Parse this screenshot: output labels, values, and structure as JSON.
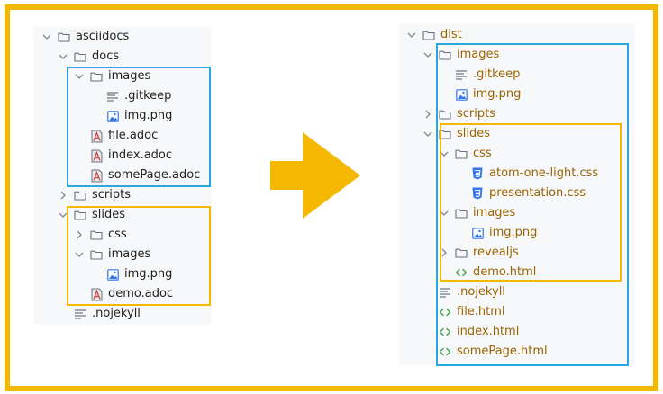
{
  "colors": {
    "frame": "#F5B800",
    "highlight_blue": "#2AA6E0",
    "highlight_yellow": "#F5B800",
    "panel_bg": "#F7F8FA",
    "dist_text": "#9A6300",
    "arrow": "#F5B800"
  },
  "source_tree": [
    {
      "label": "asciidocs",
      "icon": "folder-icon",
      "chevron": "down",
      "indent": 0
    },
    {
      "label": "docs",
      "icon": "folder-icon",
      "chevron": "down",
      "indent": 1
    },
    {
      "label": "images",
      "icon": "folder-icon",
      "chevron": "down",
      "indent": 2
    },
    {
      "label": ".gitkeep",
      "icon": "text-file-icon",
      "chevron": "none",
      "indent": 3
    },
    {
      "label": "img.png",
      "icon": "image-file-icon",
      "chevron": "none",
      "indent": 3
    },
    {
      "label": "file.adoc",
      "icon": "asciidoc-file-icon",
      "chevron": "none",
      "indent": 2
    },
    {
      "label": "index.adoc",
      "icon": "asciidoc-file-icon",
      "chevron": "none",
      "indent": 2
    },
    {
      "label": "somePage.adoc",
      "icon": "asciidoc-file-icon",
      "chevron": "none",
      "indent": 2
    },
    {
      "label": "scripts",
      "icon": "folder-icon",
      "chevron": "right",
      "indent": 1
    },
    {
      "label": "slides",
      "icon": "folder-icon",
      "chevron": "down",
      "indent": 1
    },
    {
      "label": "css",
      "icon": "folder-icon",
      "chevron": "right",
      "indent": 2
    },
    {
      "label": "images",
      "icon": "folder-icon",
      "chevron": "down",
      "indent": 2
    },
    {
      "label": "img.png",
      "icon": "image-file-icon",
      "chevron": "none",
      "indent": 3
    },
    {
      "label": "demo.adoc",
      "icon": "asciidoc-file-icon",
      "chevron": "none",
      "indent": 2
    },
    {
      "label": ".nojekyll",
      "icon": "text-file-icon",
      "chevron": "none",
      "indent": 1
    }
  ],
  "dist_tree": [
    {
      "label": "dist",
      "icon": "folder-icon",
      "chevron": "down",
      "indent": 0
    },
    {
      "label": "images",
      "icon": "folder-icon",
      "chevron": "down",
      "indent": 1
    },
    {
      "label": ".gitkeep",
      "icon": "text-file-icon",
      "chevron": "none",
      "indent": 2
    },
    {
      "label": "img.png",
      "icon": "image-file-icon",
      "chevron": "none",
      "indent": 2
    },
    {
      "label": "scripts",
      "icon": "folder-icon",
      "chevron": "right",
      "indent": 1
    },
    {
      "label": "slides",
      "icon": "folder-icon",
      "chevron": "down",
      "indent": 1
    },
    {
      "label": "css",
      "icon": "folder-icon",
      "chevron": "down",
      "indent": 2
    },
    {
      "label": "atom-one-light.css",
      "icon": "css-file-icon",
      "chevron": "none",
      "indent": 3
    },
    {
      "label": "presentation.css",
      "icon": "css-file-icon",
      "chevron": "none",
      "indent": 3
    },
    {
      "label": "images",
      "icon": "folder-icon",
      "chevron": "down",
      "indent": 2
    },
    {
      "label": "img.png",
      "icon": "image-file-icon",
      "chevron": "none",
      "indent": 3
    },
    {
      "label": "revealjs",
      "icon": "folder-icon",
      "chevron": "right",
      "indent": 2
    },
    {
      "label": "demo.html",
      "icon": "html-file-icon",
      "chevron": "none",
      "indent": 2
    },
    {
      "label": ".nojekyll",
      "icon": "text-file-icon",
      "chevron": "none",
      "indent": 1
    },
    {
      "label": "file.html",
      "icon": "html-file-icon",
      "chevron": "none",
      "indent": 1
    },
    {
      "label": "index.html",
      "icon": "html-file-icon",
      "chevron": "none",
      "indent": 1
    },
    {
      "label": "somePage.html",
      "icon": "html-file-icon",
      "chevron": "none",
      "indent": 1
    }
  ]
}
